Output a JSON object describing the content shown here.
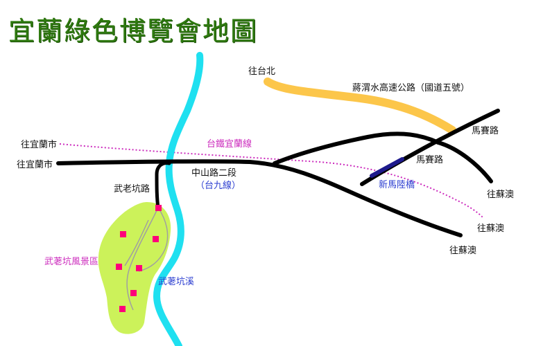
{
  "title": "宜蘭綠色博覽會地圖",
  "colors": {
    "title": "#2f7a10",
    "road": "#000000",
    "river": "#1fe0f0",
    "freeway": "#fcc64a",
    "railway": "#cc2bbd",
    "bridge": "#1e1a8c",
    "park": "#ccf25a",
    "marker": "#ff007a",
    "path": "#a0a0a0"
  },
  "labels": {
    "to_taipei": "往台北",
    "freeway": "蔣渭水高速公路（國道五號）",
    "to_yilan_rail": "往宜蘭市",
    "to_yilan_road": "往宜蘭市",
    "railway": "台鐵宜蘭線",
    "mashai_road_1": "馬賽路",
    "mashai_road_2": "馬賽路",
    "zhongshan_road": "中山路二段",
    "route9": "（台九線）",
    "wulaokeng_road": "武老坑路",
    "xinma_bridge": "新馬陸橋",
    "to_suao_1": "往蘇澳",
    "to_suao_2": "往蘇澳",
    "to_suao_3": "往蘇澳",
    "scenic_area": "武荖坑風景區",
    "creek": "武荖坑溪"
  }
}
